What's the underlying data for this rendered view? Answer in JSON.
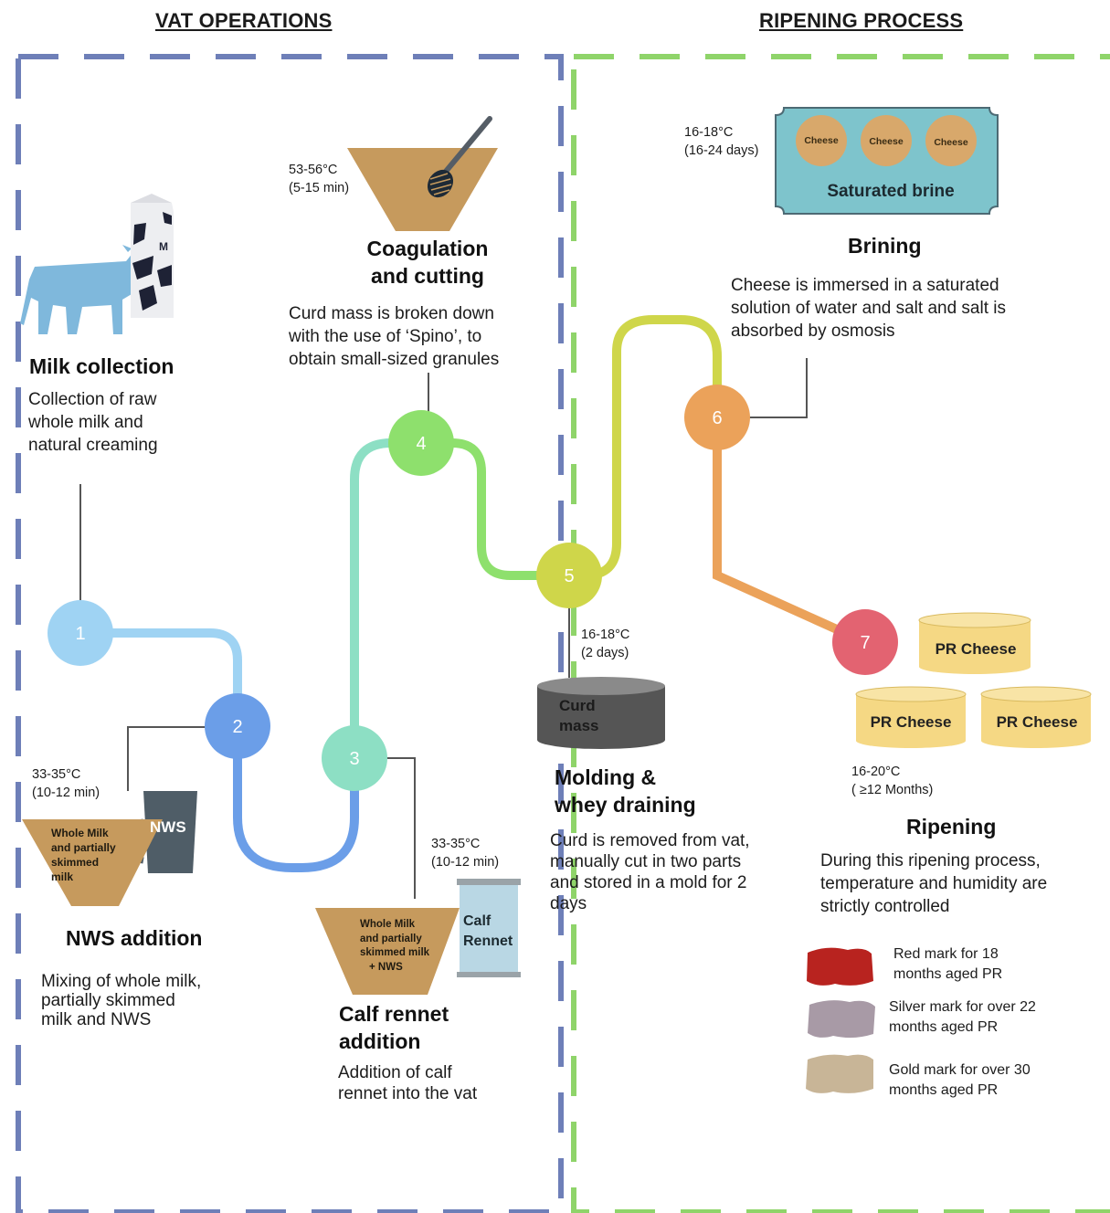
{
  "sections": {
    "vat_title": "VAT OPERATIONS",
    "ripening_title": "RIPENING PROCESS"
  },
  "colors": {
    "vat_border": "#6e7fb8",
    "ripening_border": "#8fd46a",
    "vessel": "#c69a5d",
    "brine": "#7ec4cc",
    "cheese_wheel": "#f5d884"
  },
  "steps": {
    "s1": {
      "number": "1",
      "title": "Milk collection",
      "description": [
        "Collection of raw",
        "whole milk and",
        "natural creaming"
      ],
      "color": "#9fd3f3",
      "carton_label": "M",
      "icons": [
        "cow-icon",
        "milk-carton-icon"
      ]
    },
    "s2": {
      "number": "2",
      "title": "NWS addition",
      "description": [
        "Mixing of whole milk,",
        "partially skimmed",
        "milk and NWS"
      ],
      "condition": [
        "33-35°C",
        "(10-12 min)"
      ],
      "vessel_label": [
        "Whole Milk",
        "and partially",
        "skimmed",
        "milk"
      ],
      "mug_label": "NWS",
      "color": "#6b9ee8"
    },
    "s3": {
      "number": "3",
      "title": [
        "Calf rennet",
        "addition"
      ],
      "description": [
        "Addition of calf",
        "rennet into the vat"
      ],
      "condition": [
        "33-35°C",
        "(10-12 min)"
      ],
      "vessel_label": [
        "Whole Milk",
        "and partially",
        "skimmed milk",
        "+ NWS"
      ],
      "jar_label": [
        "Calf",
        "Rennet"
      ],
      "color": "#8ddfc4"
    },
    "s4": {
      "number": "4",
      "title": [
        "Coagulation",
        "and cutting"
      ],
      "description": [
        "Curd mass is broken down",
        "with the use of ‘Spino’, to",
        "obtain small-sized granules"
      ],
      "condition": [
        "53-56°C",
        "(5-15 min)"
      ],
      "color": "#8ee06d"
    },
    "s5": {
      "number": "5",
      "title": [
        "Molding &",
        "whey draining"
      ],
      "description": [
        "Curd is removed from vat,",
        "manually cut in two parts",
        "and stored in a mold for 2",
        "days"
      ],
      "condition": [
        "16-18°C",
        "(2 days)"
      ],
      "curd_label": [
        "Curd",
        "mass"
      ],
      "color": "#cfd64a"
    },
    "s6": {
      "number": "6",
      "title": "Brining",
      "description": [
        "Cheese is immersed in a saturated",
        "solution of water and salt and salt is",
        "absorbed by osmosis"
      ],
      "condition": [
        "16-18°C",
        "(16-24 days)"
      ],
      "brine_label": "Saturated brine",
      "cheese_labels": [
        "Cheese",
        "Cheese",
        "Cheese"
      ],
      "color": "#eba25a"
    },
    "s7": {
      "number": "7",
      "title": "Ripening",
      "description": [
        "During this ripening process,",
        "temperature and humidity are",
        "strictly controlled"
      ],
      "condition": [
        "16-20°C",
        "( ≥12 Months)"
      ],
      "cheese_labels": [
        "PR Cheese",
        "PR Cheese",
        "PR Cheese"
      ],
      "color": "#e36371"
    }
  },
  "legend": [
    {
      "text": [
        "Red mark for 18",
        "months aged PR"
      ],
      "color": "#b8231f"
    },
    {
      "text": [
        "Silver mark for over 22",
        "months aged PR"
      ],
      "color": "#a89aa6"
    },
    {
      "text": [
        "Gold mark for over 30",
        "months aged PR"
      ],
      "color": "#c8b597"
    }
  ]
}
